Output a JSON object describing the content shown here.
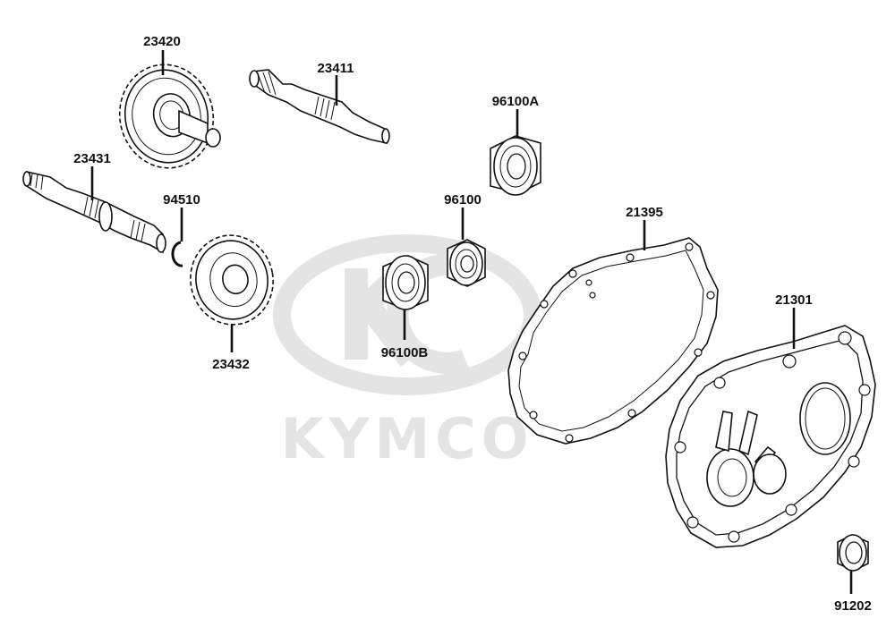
{
  "watermark": {
    "brand": "KYMCO",
    "color": "#e4e4e4"
  },
  "colors": {
    "ink": "#111111",
    "paper": "#ffffff"
  },
  "labels": {
    "p23420": "23420",
    "p23411": "23411",
    "p96100A": "96100A",
    "p23431": "23431",
    "p94510": "94510",
    "p96100": "96100",
    "p21395": "21395",
    "p21301": "21301",
    "p23432": "23432",
    "p96100B": "96100B",
    "p91202": "91202"
  }
}
